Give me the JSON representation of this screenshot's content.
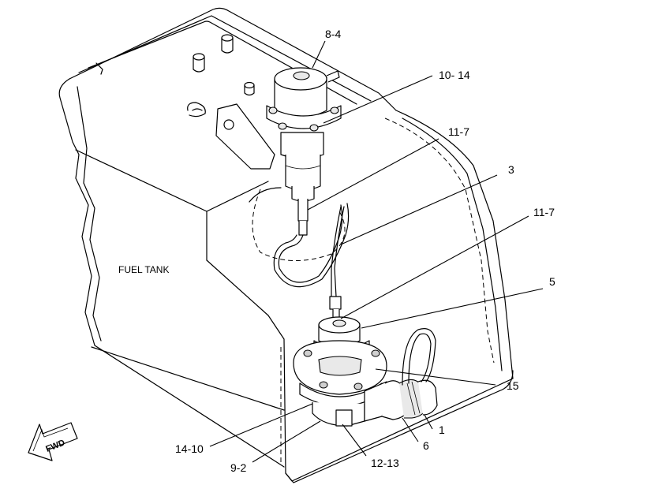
{
  "labels": {
    "fuel_tank": "FUEL TANK",
    "fwd": "FWD"
  },
  "callouts": {
    "c_8_4": "8-4",
    "c_10_14": "10- 14",
    "c_11_7_upper": "11-7",
    "c_3": "3",
    "c_11_7_lower": "11-7",
    "c_5": "5",
    "c_15": "15",
    "c_1": "1",
    "c_6": "6",
    "c_12_13": "12-13",
    "c_9_2": "9-2",
    "c_14_10": "14-10"
  }
}
